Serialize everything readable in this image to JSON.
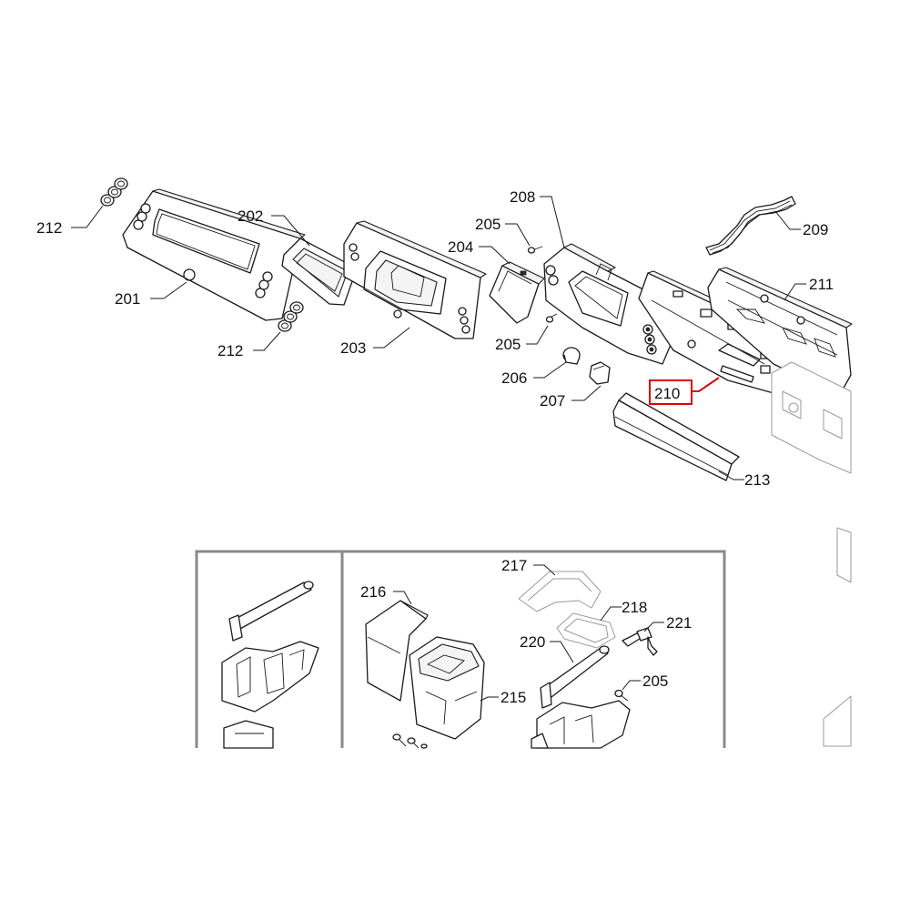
{
  "diagram": {
    "highlight_color": "#e00000",
    "line_color": "#1a1a1a",
    "frame_color": "#8a8a8a",
    "highlighted_part": "210",
    "callouts": {
      "c201": "201",
      "c202": "202",
      "c203": "203",
      "c204": "204",
      "c205a": "205",
      "c205b": "205",
      "c205c": "205",
      "c206": "206",
      "c207": "207",
      "c208": "208",
      "c209": "209",
      "c210": "210",
      "c211": "211",
      "c212a": "212",
      "c212b": "212",
      "c213": "213",
      "c215": "215",
      "c216": "216",
      "c217": "217",
      "c218": "218",
      "c220": "220",
      "c221": "221"
    }
  }
}
